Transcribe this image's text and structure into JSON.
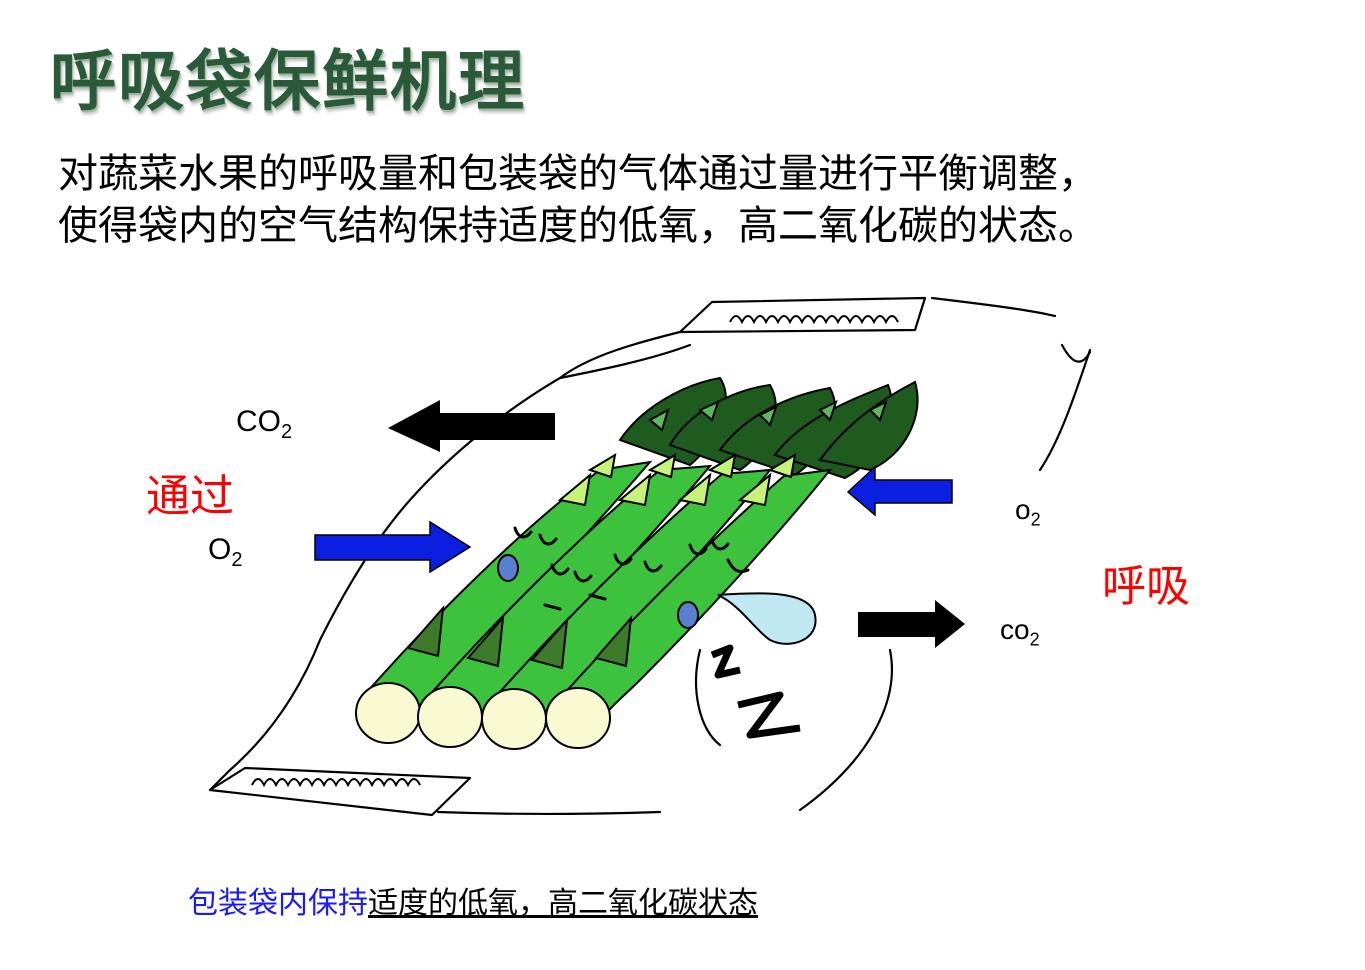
{
  "title": "呼吸袋保鲜机理",
  "description": {
    "line1": "对蔬菜水果的呼吸量和包装袋的气体通过量进行平衡调整，",
    "line2": "使得袋内的空气结构保持适度的低氧，高二氧化碳的状态。"
  },
  "diagram": {
    "left_co2_label": "CO",
    "left_co2_sub": "2",
    "left_o2_label": "O",
    "left_o2_sub": "2",
    "pass_label": "通过",
    "right_o2_label": "o",
    "right_o2_sub": "2",
    "right_co2_label": "co",
    "right_co2_sub": "2",
    "breath_label": "呼吸",
    "colors": {
      "outflow_arrow": "#000000",
      "inflow_arrow": "#0a1fe0",
      "stem": "#3cc23c",
      "tip": "#1f5a1f",
      "cut_end": "#fafad2",
      "label_red": "#ff0000"
    }
  },
  "caption": {
    "blue_part": "包装袋内保持",
    "underlined_part": "适度的低氧，高二氧化碳状态"
  }
}
